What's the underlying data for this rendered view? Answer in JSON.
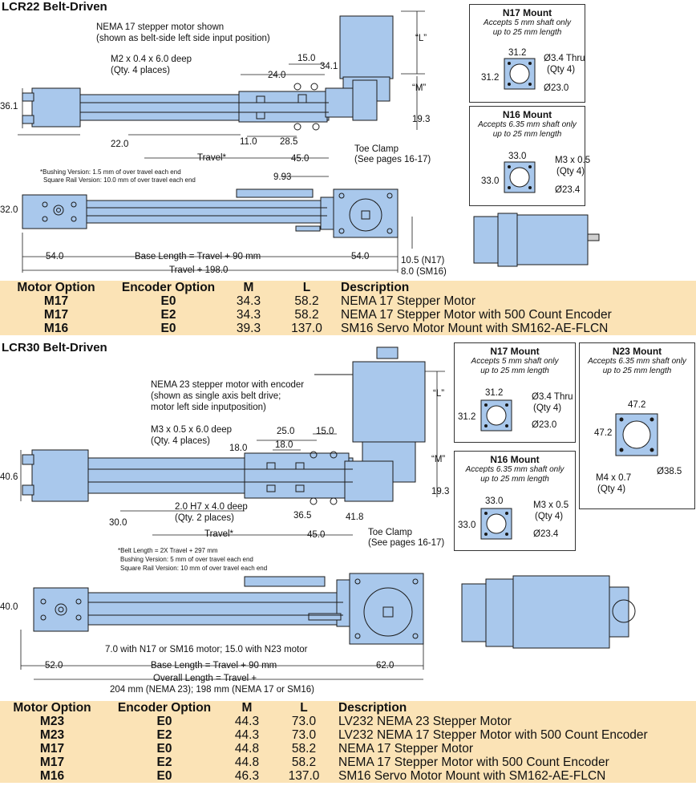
{
  "lcr22": {
    "title": "LCR22 Belt-Driven",
    "labels": {
      "motor_note1": "NEMA 17 stepper motor shown",
      "motor_note2": "(shown as belt-side left side input position)",
      "tap1": "M2 x 0.4 x 6.0 deep",
      "tap2": "(Qty. 4 places)",
      "d_L": "“L”",
      "d_M": "“M”",
      "d_15": "15.0",
      "d_341": "34.1",
      "d_24": "24.0",
      "d_361": "36.1",
      "d_193": "19.3",
      "d_22": "22.0",
      "d_11": "11.0",
      "d_285": "28.5",
      "travel": "Travel*",
      "d_45": "45.0",
      "toe1": "Toe Clamp",
      "toe2": "(See pages 16-17)",
      "note1": "*Bushing Version: 1.5 mm of over travel each end",
      "note2": "Square Rail Version: 10.0 mm of over travel each end",
      "d_993": "9.93",
      "d_32": "32.0",
      "d_54l": "54.0",
      "base": "Base Length = Travel + 90 mm",
      "d_54r": "54.0",
      "total": "Travel + 198.0",
      "d_105": "10.5 (N17)",
      "d_8": "8.0 (SM16)"
    },
    "mounts": [
      {
        "title": "N17 Mount",
        "note1": "Accepts 5 mm shaft only",
        "note2": "up to 25 mm length",
        "dim_top": "31.2",
        "dim_side": "31.2",
        "callout1": "Ø3.4 Thru",
        "callout2": "(Qty 4)",
        "callout3": "Ø23.0"
      },
      {
        "title": "N16 Mount",
        "note1": "Accepts 6.35 mm shaft only",
        "note2": "up to 25 mm length",
        "dim_top": "33.0",
        "dim_side": "33.0",
        "callout1": "M3 x 0.5",
        "callout2": "(Qty 4)",
        "callout3": "Ø23.4"
      }
    ],
    "table": {
      "headers": [
        "Motor Option",
        "Encoder Option",
        "M",
        "L",
        "Description"
      ],
      "rows": [
        [
          "M17",
          "E0",
          "34.3",
          "58.2",
          "NEMA 17 Stepper Motor"
        ],
        [
          "M17",
          "E2",
          "34.3",
          "58.2",
          "NEMA 17 Stepper Motor with 500 Count Encoder"
        ],
        [
          "M16",
          "E0",
          "39.3",
          "137.0",
          "SM16 Servo Motor Mount with SM162-AE-FLCN"
        ]
      ]
    }
  },
  "lcr30": {
    "title": "LCR30 Belt-Driven",
    "labels": {
      "motor_note1": "NEMA 23 stepper motor with encoder",
      "motor_note2": "(shown as single axis belt drive;",
      "motor_note3": "motor left side inputposition)",
      "tap1": "M3 x 0.5 x 6.0 deep",
      "tap2": "(Qty. 4 places)",
      "d_L": "“L”",
      "d_M": "“M”",
      "d_25": "25.0",
      "d_15": "15.0",
      "d_18a": "18.0",
      "d_18b": "18.0",
      "d_406": "40.6",
      "d_193": "19.3",
      "pin1": "2.0 H7 x 4.0 deep",
      "pin2": "(Qty. 2 places)",
      "d_30": "30.0",
      "d_365": "36.5",
      "d_418": "41.8",
      "travel": "Travel*",
      "d_45": "45.0",
      "toe1": "Toe Clamp",
      "toe2": "(See pages 16-17)",
      "note1": "*Belt Length = 2X Travel + 297 mm",
      "note2": "Bushing Version: 5 mm of over travel each end",
      "note3": "Square Rail Version: 10 mm of over travel each end",
      "d_40": "40.0",
      "d_7": "7.0 with N17 or SM16 motor; 15.0 with N23 motor",
      "d_52": "52.0",
      "base": "Base Length = Travel + 90 mm",
      "d_62": "62.0",
      "overall1": "Overall Length = Travel +",
      "overall2": "204 mm (NEMA 23); 198 mm (NEMA 17 or SM16)"
    },
    "mounts": [
      {
        "title": "N17 Mount",
        "note1": "Accepts 5 mm shaft only",
        "note2": "up to 25 mm length",
        "dim_top": "31.2",
        "dim_side": "31.2",
        "callout1": "Ø3.4 Thru",
        "callout2": "(Qty 4)",
        "callout3": "Ø23.0"
      },
      {
        "title": "N23 Mount",
        "note1": "Accepts 6.35 mm shaft only",
        "note2": "up to 25 mm length",
        "dim_top": "47.2",
        "dim_side": "47.2",
        "callout1": "M4 x 0.7",
        "callout2": "(Qty 4)",
        "callout3": "Ø38.5"
      },
      {
        "title": "N16 Mount",
        "note1": "Accepts 6.35 mm shaft only",
        "note2": "up to 25 mm length",
        "dim_top": "33.0",
        "dim_side": "33.0",
        "callout1": "M3 x 0.5",
        "callout2": "(Qty 4)",
        "callout3": "Ø23.4"
      }
    ],
    "table": {
      "headers": [
        "Motor Option",
        "Encoder Option",
        "M",
        "L",
        "Description"
      ],
      "rows": [
        [
          "M23",
          "E0",
          "44.3",
          "73.0",
          "LV232 NEMA 23 Stepper Motor"
        ],
        [
          "M23",
          "E2",
          "44.3",
          "73.0",
          "LV232 NEMA 17 Stepper Motor with 500 Count Encoder"
        ],
        [
          "M17",
          "E0",
          "44.8",
          "58.2",
          "NEMA 17 Stepper Motor"
        ],
        [
          "M17",
          "E2",
          "44.8",
          "58.2",
          "NEMA 17 Stepper Motor with 500 Count Encoder"
        ],
        [
          "M16",
          "E0",
          "46.3",
          "137.0",
          "SM16 Servo Motor Mount with SM162-AE-FLCN"
        ]
      ]
    }
  },
  "colors": {
    "part_fill": "#a9c8ec",
    "part_stroke": "#1a1a1a",
    "table_bg": "#fbe3b6"
  }
}
